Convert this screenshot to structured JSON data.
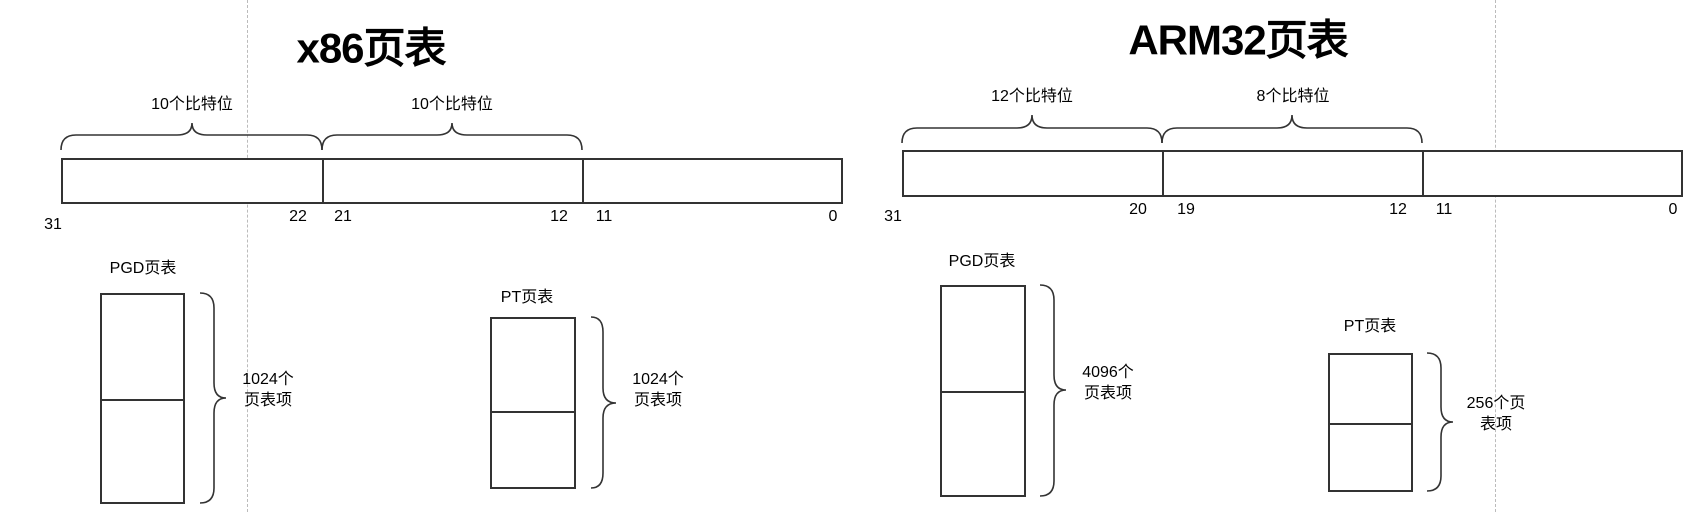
{
  "x86": {
    "title": "x86页表",
    "field_labels": [
      "10个比特位",
      "10个比特位"
    ],
    "bit_numbers": [
      "31",
      "22",
      "21",
      "12",
      "11",
      "0"
    ],
    "pgd": {
      "label": "PGD页表",
      "count_line1": "1024个",
      "count_line2": "页表项"
    },
    "pt": {
      "label": "PT页表",
      "count_line1": "1024个",
      "count_line2": "页表项"
    }
  },
  "arm32": {
    "title": "ARM32页表",
    "field_labels": [
      "12个比特位",
      "8个比特位"
    ],
    "bit_numbers": [
      "31",
      "20",
      "19",
      "12",
      "11",
      "0"
    ],
    "pgd": {
      "label": "PGD页表",
      "count_line1": "4096个",
      "count_line2": "页表项"
    },
    "pt": {
      "label": "PT页表",
      "count_line1": "256个页",
      "count_line2": "表项"
    }
  }
}
